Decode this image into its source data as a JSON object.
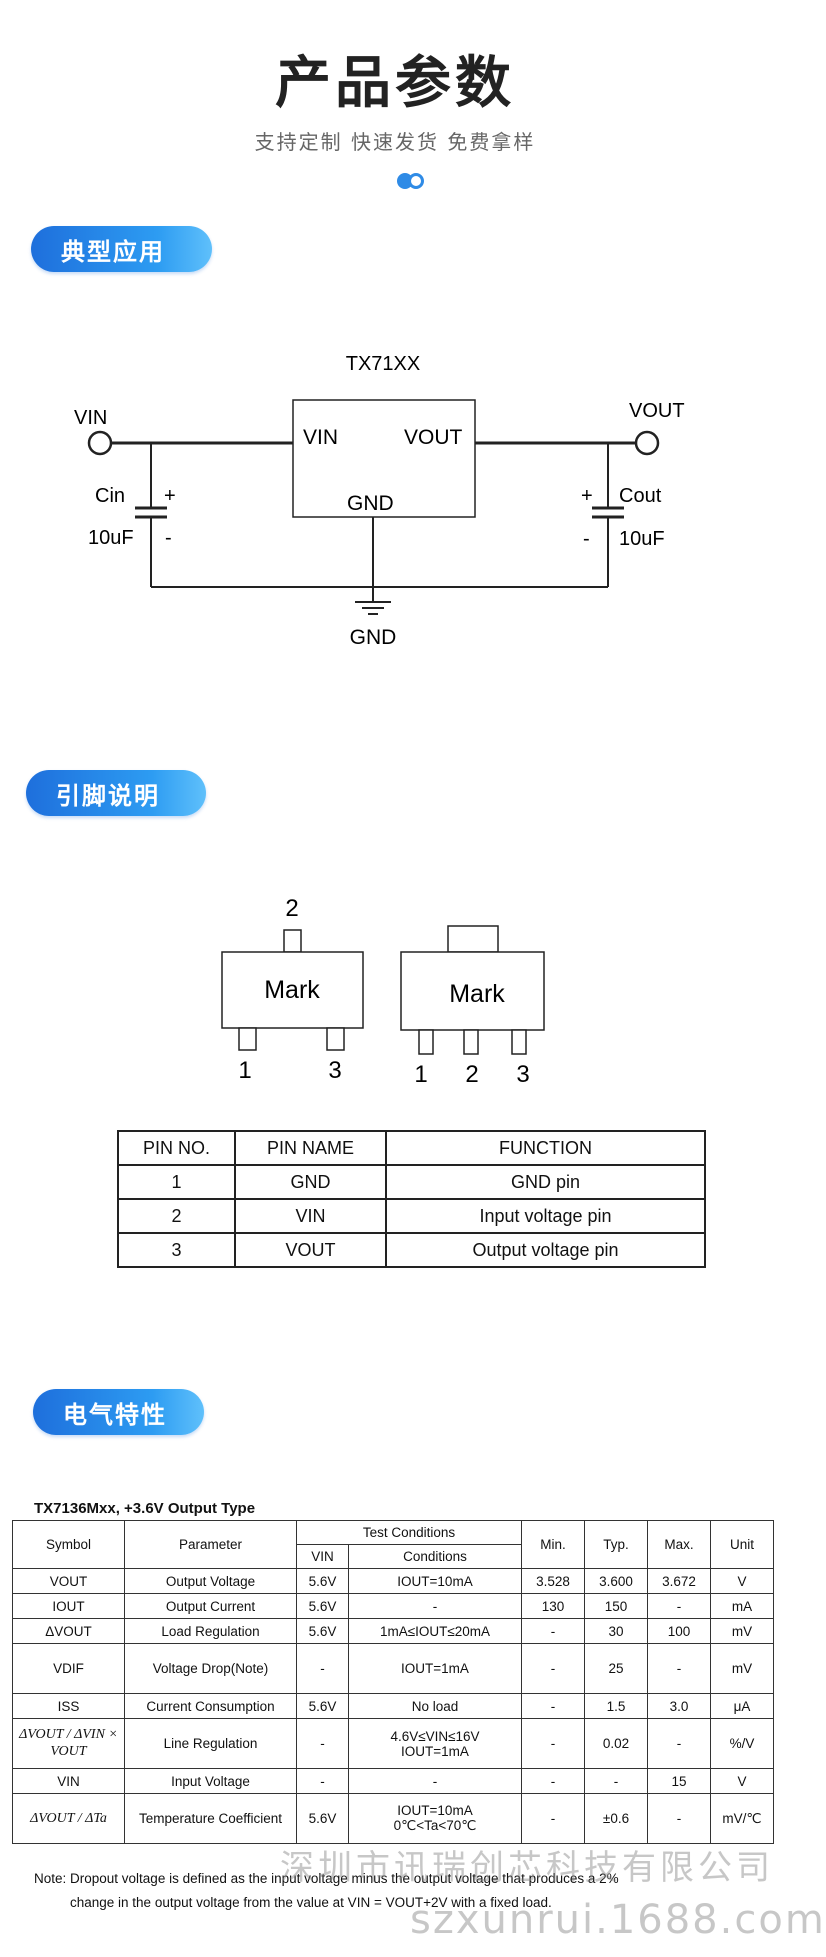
{
  "header": {
    "title": "产品参数",
    "subtitle": "支持定制 快速发货 免费拿样"
  },
  "sections": {
    "application": "典型应用",
    "pins": "引脚说明",
    "electrical": "电气特性"
  },
  "circuit": {
    "chip": "TX71XX",
    "vin": "VIN",
    "vout": "VOUT",
    "chip_vin": "VIN",
    "chip_vout": "VOUT",
    "chip_gnd": "GND",
    "cin": "Cin",
    "cin_val": "10uF",
    "cout": "Cout",
    "cout_val": "10uF",
    "plus": "+",
    "minus": "-",
    "gnd": "GND"
  },
  "packages": {
    "mark": "Mark",
    "pin1": "1",
    "pin2": "2",
    "pin3": "3"
  },
  "pin_table": {
    "headers": [
      "PIN NO.",
      "PIN NAME",
      "FUNCTION"
    ],
    "rows": [
      [
        "1",
        "GND",
        "GND pin"
      ],
      [
        "2",
        "VIN",
        "Input voltage pin"
      ],
      [
        "3",
        "VOUT",
        "Output voltage pin"
      ]
    ]
  },
  "spec": {
    "title": "TX7136Mxx, +3.6V Output Type",
    "headers": {
      "symbol": "Symbol",
      "parameter": "Parameter",
      "test": "Test Conditions",
      "vin": "VIN",
      "conditions": "Conditions",
      "min": "Min.",
      "typ": "Typ.",
      "max": "Max.",
      "unit": "Unit"
    },
    "rows": [
      {
        "symbol": "VOUT",
        "param": "Output Voltage",
        "vin": "5.6V",
        "cond": "IOUT=10mA",
        "min": "3.528",
        "typ": "3.600",
        "max": "3.672",
        "unit": "V"
      },
      {
        "symbol": "IOUT",
        "param": "Output Current",
        "vin": "5.6V",
        "cond": "-",
        "min": "130",
        "typ": "150",
        "max": "-",
        "unit": "mA"
      },
      {
        "symbol": "ΔVOUT",
        "param": "Load Regulation",
        "vin": "5.6V",
        "cond": "1mA≤IOUT≤20mA",
        "min": "-",
        "typ": "30",
        "max": "100",
        "unit": "mV"
      },
      {
        "symbol": "VDIF",
        "param": "Voltage Drop(Note)",
        "vin": "-",
        "cond": "IOUT=1mA",
        "min": "-",
        "typ": "25",
        "max": "-",
        "unit": "mV"
      },
      {
        "symbol": "ISS",
        "param": "Current Consumption",
        "vin": "5.6V",
        "cond": "No load",
        "min": "-",
        "typ": "1.5",
        "max": "3.0",
        "unit": "μA"
      },
      {
        "symbol": "ΔVOUT / ΔVIN × VOUT",
        "param": "Line Regulation",
        "vin": "-",
        "cond": "4.6V≤VIN≤16V",
        "cond2": "IOUT=1mA",
        "min": "-",
        "typ": "0.02",
        "max": "-",
        "unit": "%/V"
      },
      {
        "symbol": "VIN",
        "param": "Input Voltage",
        "vin": "-",
        "cond": "-",
        "min": "-",
        "typ": "-",
        "max": "15",
        "unit": "V"
      },
      {
        "symbol": "ΔVOUT / ΔTa",
        "param": "Temperature Coefficient",
        "vin": "5.6V",
        "cond": "IOUT=10mA",
        "cond2": "0℃<Ta<70℃",
        "min": "-",
        "typ": "±0.6",
        "max": "-",
        "unit": "mV/℃"
      }
    ],
    "note1": "Note: Dropout voltage is defined as the input voltage minus the output voltage that produces a 2%",
    "note2": "change in the output voltage from the value at VIN = VOUT+2V with a fixed load."
  },
  "watermark": {
    "company": "深圳市讯瑞创芯科技有限公司",
    "url": "szxunrui.1688.com"
  },
  "colors": {
    "accent": "#2f8be6",
    "pill_start": "#1e6fdc",
    "pill_end": "#5fc0fb"
  }
}
